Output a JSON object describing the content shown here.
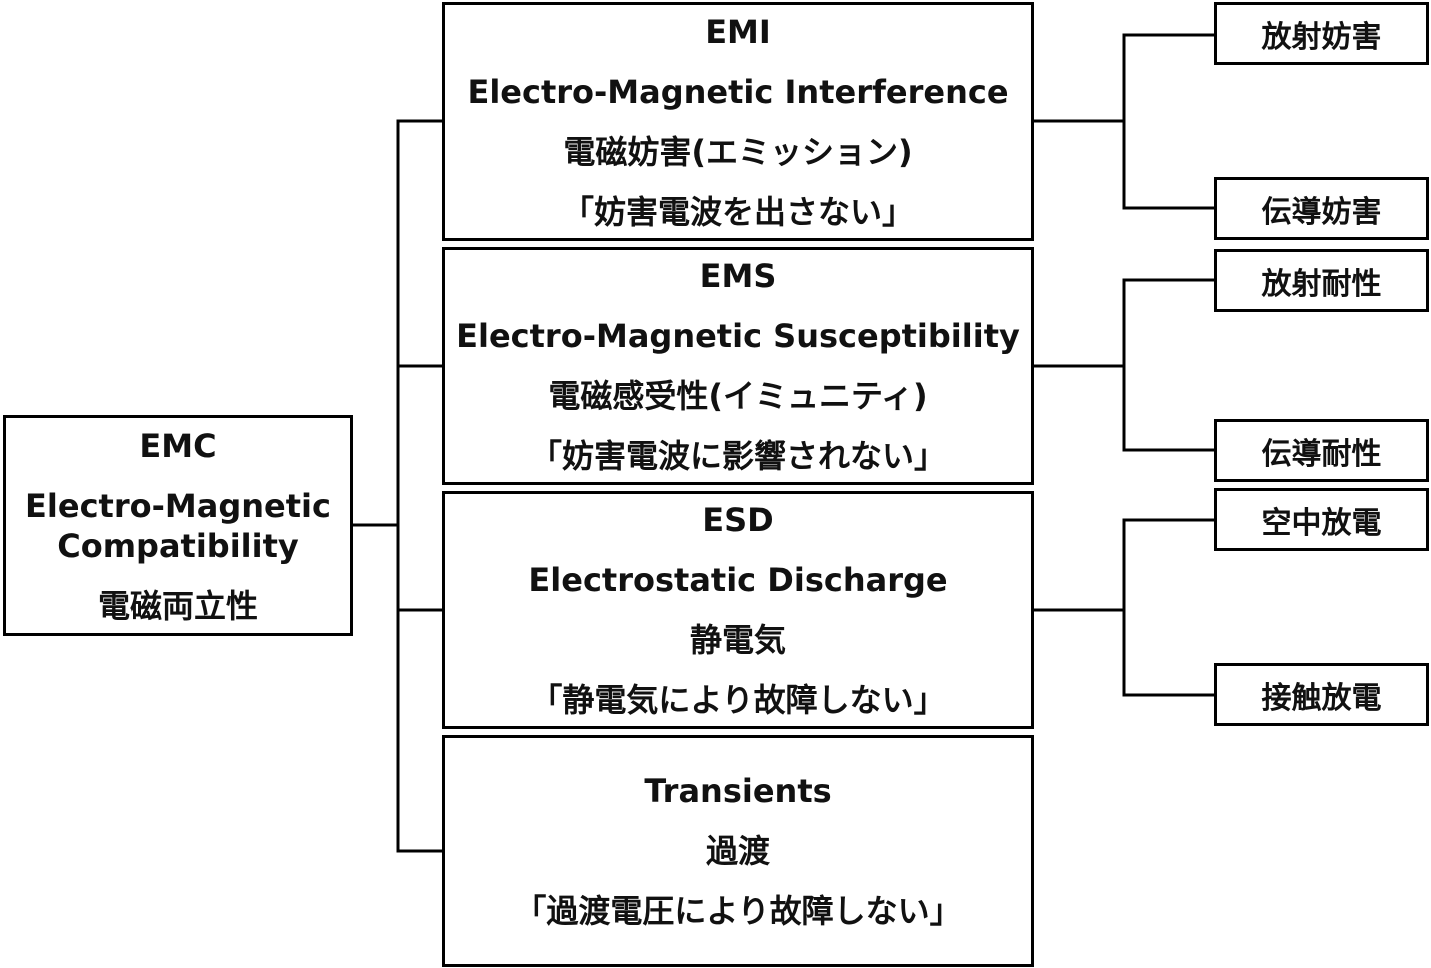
{
  "emc": {
    "abbr": "EMC",
    "full": "Electro-Magnetic Compatibility",
    "ja": "電磁両立性"
  },
  "categories": [
    {
      "abbr": "EMI",
      "full": "Electro-Magnetic  Interference",
      "ja": "電磁妨害(エミッション)",
      "note": "「妨害電波を出さない」"
    },
    {
      "abbr": "EMS",
      "full": "Electro-Magnetic  Susceptibility",
      "ja": "電磁感受性(イミュニティ)",
      "note": "「妨害電波に影響されない」"
    },
    {
      "abbr": "ESD",
      "full": "Electrostatic  Discharge",
      "ja": "静電気",
      "note": "「静電気により故障しない」"
    },
    {
      "abbr": "Transients",
      "ja": "過渡",
      "note": "「過渡電圧により故障しない」"
    }
  ],
  "subcategories": [
    {
      "label": "放射妨害"
    },
    {
      "label": "伝導妨害"
    },
    {
      "label": "放射耐性"
    },
    {
      "label": "伝導耐性"
    },
    {
      "label": "空中放電"
    },
    {
      "label": "接触放電"
    }
  ]
}
